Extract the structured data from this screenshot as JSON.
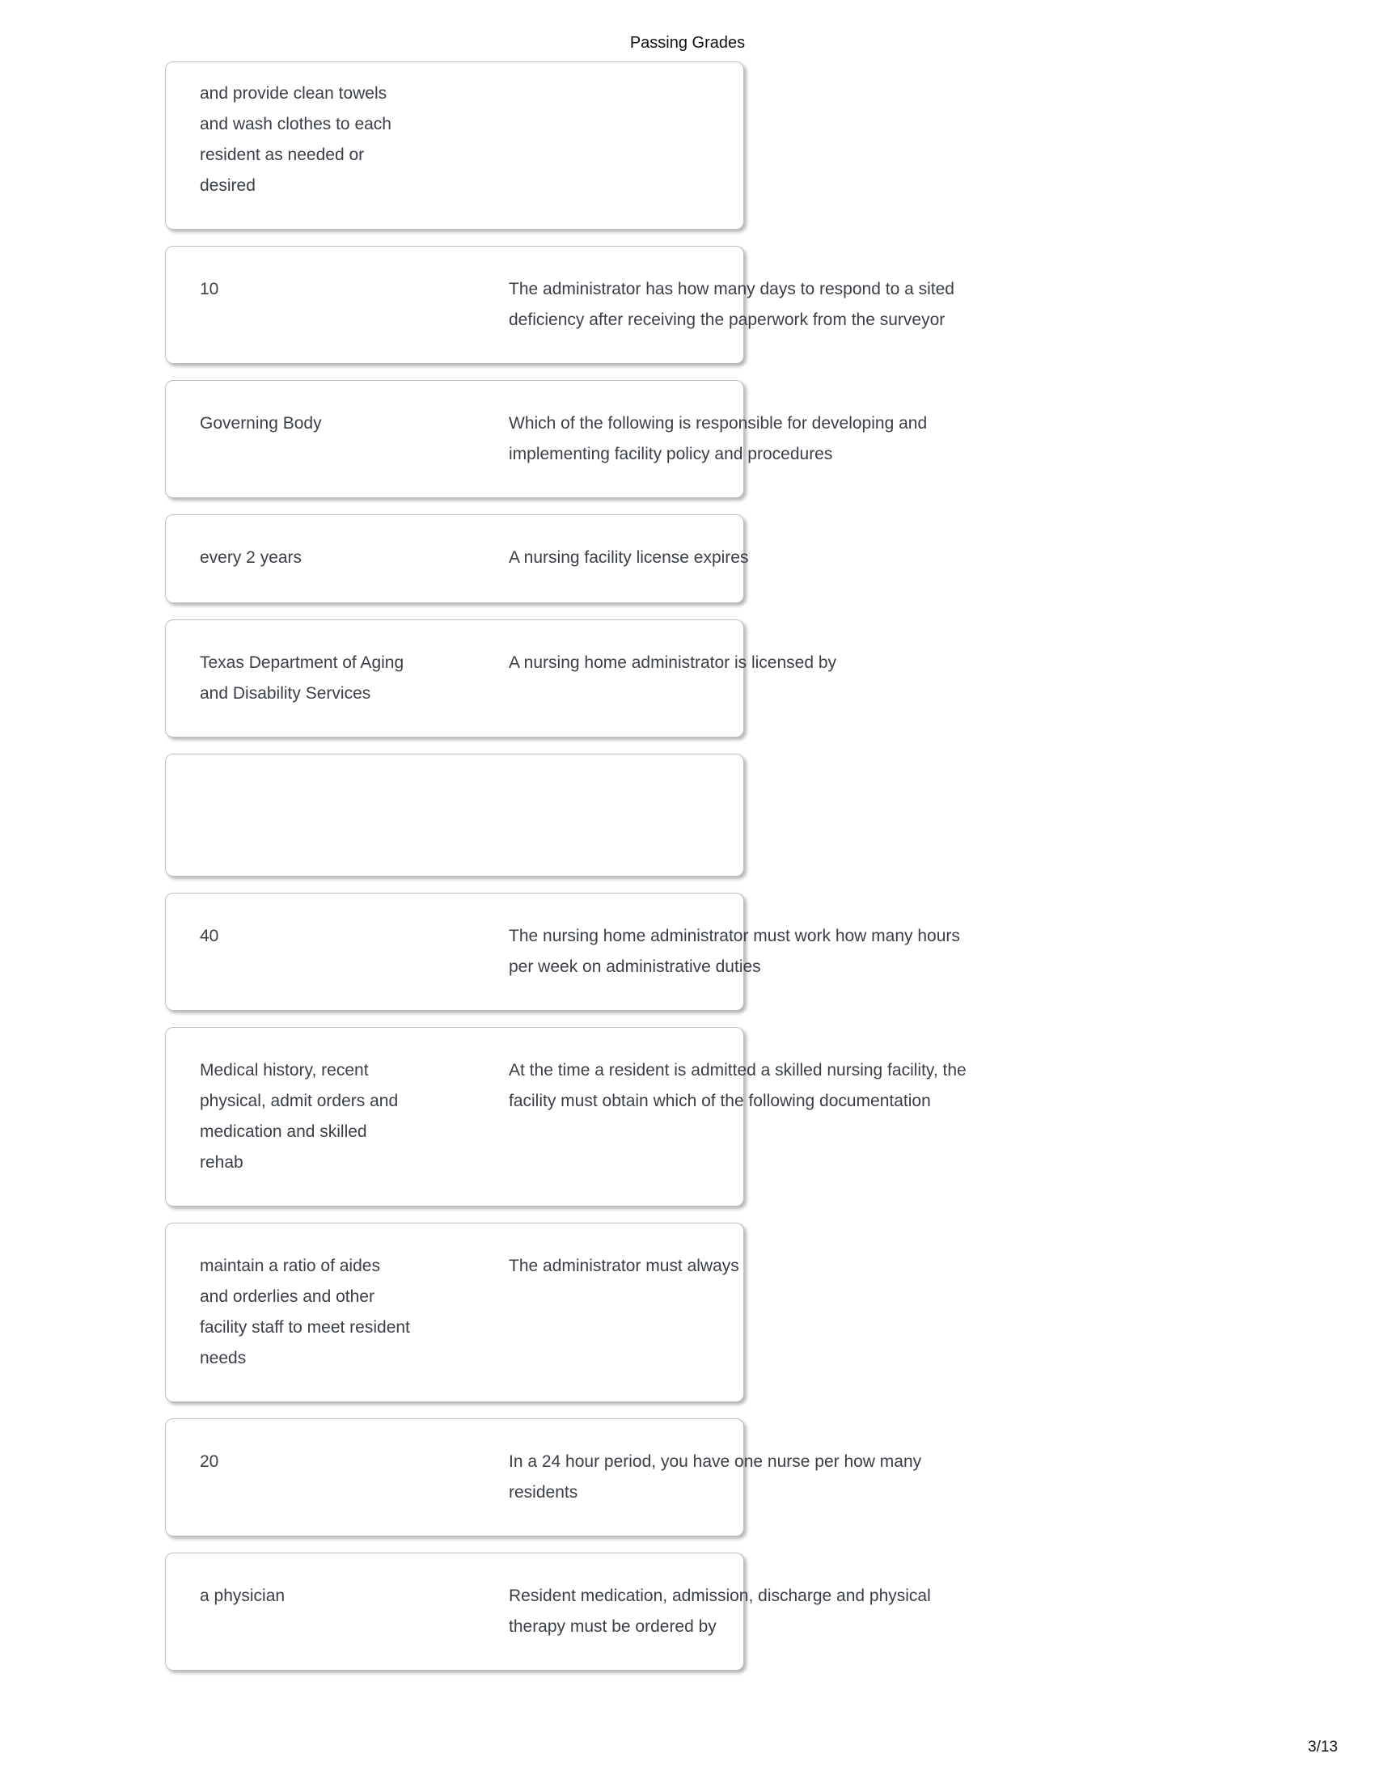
{
  "page": {
    "title": "Passing Grades",
    "page_number": "3/13"
  },
  "cards": [
    {
      "term": "and provide clean towels and wash clothes to each resident as needed or desired",
      "definition": ""
    },
    {
      "term": "10",
      "definition": "The administrator has how many days to respond to a sited deficiency after receiving the paperwork from the surveyor"
    },
    {
      "term": "Governing Body",
      "definition": "Which of the following is responsible for developing and implementing facility policy and procedures"
    },
    {
      "term": "every 2 years",
      "definition": "A nursing facility license expires"
    },
    {
      "term": "Texas Department of Aging and Disability Services",
      "definition": "A nursing home administrator is licensed by"
    },
    {
      "term": "",
      "definition": ""
    },
    {
      "term": "40",
      "definition": "The nursing home administrator must work how many hours per week on administrative duties"
    },
    {
      "term": "Medical history, recent physical, admit orders and medication and skilled rehab",
      "definition": "At the time a resident is admitted a skilled nursing facility, the facility must obtain which of the following documentation"
    },
    {
      "term": "maintain a ratio of aides and orderlies and other facility staff to meet resident needs",
      "definition": "The administrator must always"
    },
    {
      "term": "20",
      "definition": "In a 24 hour period, you have one nurse per how many residents"
    },
    {
      "term": "a physician",
      "definition": "Resident medication, admission, discharge and physical therapy must be ordered by"
    }
  ]
}
